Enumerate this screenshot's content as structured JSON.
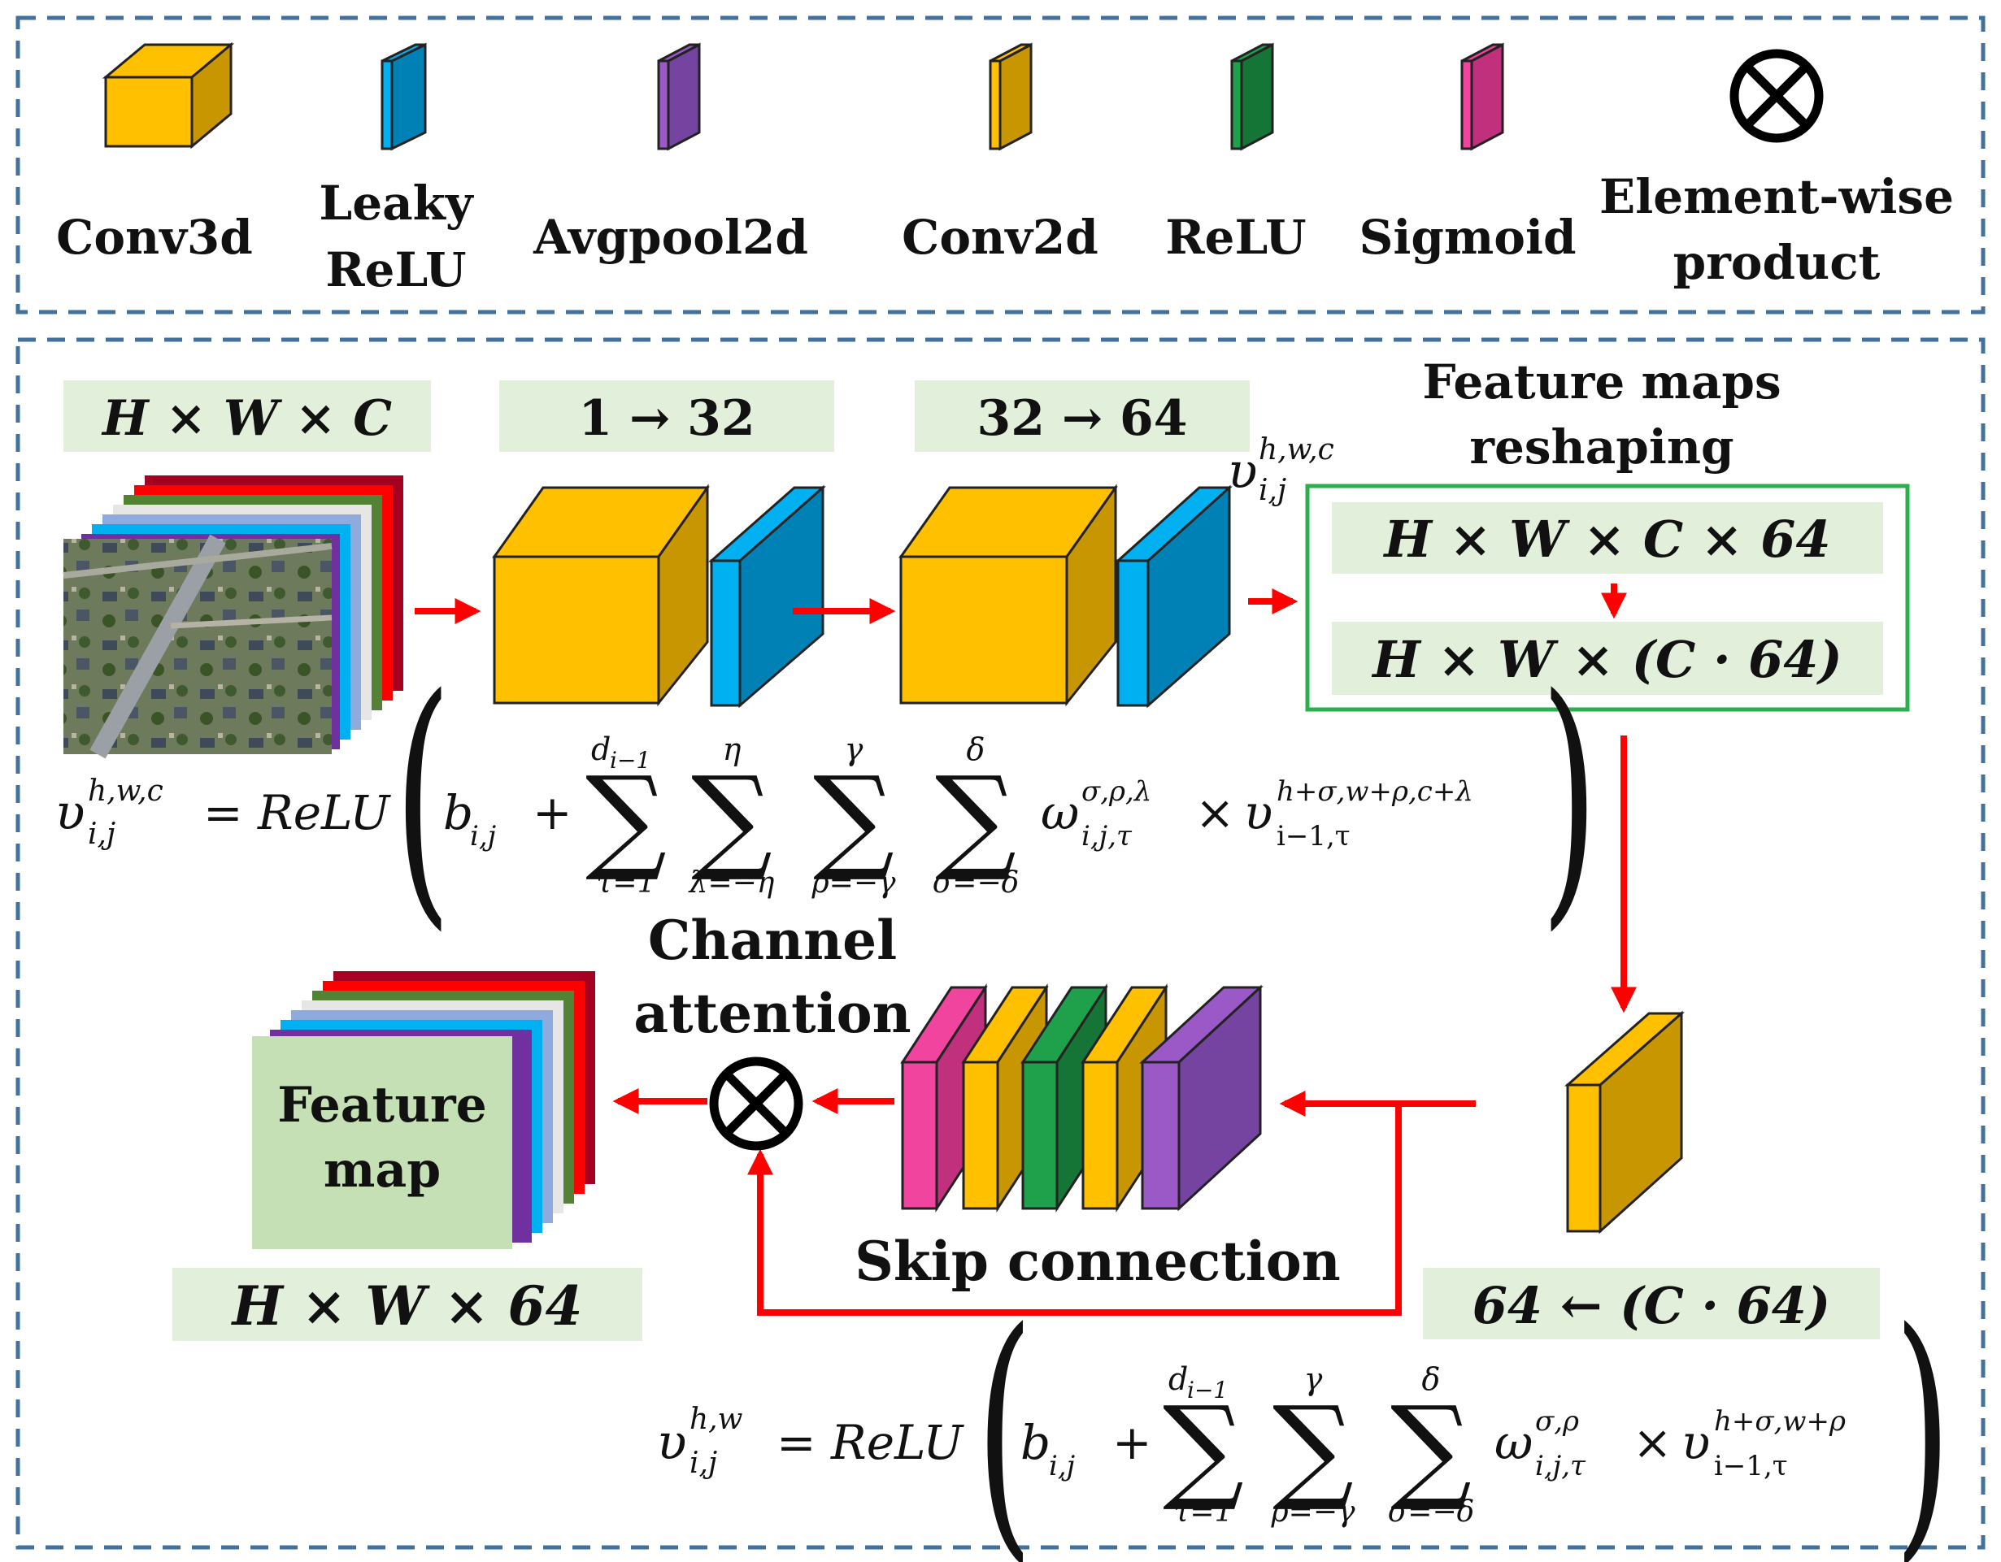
{
  "legend": {
    "items": [
      {
        "name": "conv3d",
        "lines": [
          "Conv3d"
        ],
        "color": "#FFC000"
      },
      {
        "name": "leaky-relu",
        "lines": [
          "Leaky",
          "ReLU"
        ],
        "color": "#00B0F0"
      },
      {
        "name": "avgpool2d",
        "lines": [
          "Avgpool2d"
        ],
        "color": "#9B59C8"
      },
      {
        "name": "conv2d",
        "lines": [
          "Conv2d"
        ],
        "color": "#FFC000"
      },
      {
        "name": "relu",
        "lines": [
          "ReLU"
        ],
        "color": "#1FA04A"
      },
      {
        "name": "sigmoid",
        "lines": [
          "Sigmoid"
        ],
        "color": "#F0449E"
      },
      {
        "name": "element-wise-product",
        "lines": [
          "Element-wise",
          "product"
        ],
        "symbol": "⊗"
      }
    ]
  },
  "labels": {
    "input_dims": "H × W × C",
    "stage1_channels": "1 → 32",
    "stage2_channels": "32 → 64",
    "reshape_title": [
      "Feature maps",
      "reshaping"
    ],
    "reshape_from": "H × W × C × 64",
    "reshape_to": "H × W × (C · 64)",
    "conv2d_channels": "64 ← (C · 64)",
    "channel_attention": [
      "Channel",
      "attention"
    ],
    "skip_connection": "Skip connection",
    "feature_map": [
      "Feature",
      "map"
    ],
    "output_dims": "H × W × 64",
    "activation_symbol": "υ",
    "activation_super": "h,w,c",
    "activation_sub": "i,j"
  },
  "equations": {
    "eq3d": {
      "lhs": "υ",
      "lhs_sup": "h,w,c",
      "lhs_sub": "i,j",
      "func": "= ReLU",
      "bias": "b",
      "bias_sub": "i,j",
      "plus": "+",
      "sums": [
        {
          "top": "d",
          "top_sub": "i−1",
          "bottom": "τ=1"
        },
        {
          "top": "η",
          "bottom": "λ=−η"
        },
        {
          "top": "γ",
          "bottom": "ρ=−γ"
        },
        {
          "top": "δ",
          "bottom": "σ=−δ"
        }
      ],
      "weight": "ω",
      "weight_sup": "σ,ρ,λ",
      "weight_sub": "i,j,τ",
      "times": "×",
      "input": "υ",
      "input_sup": "h+σ,w+ρ,c+λ",
      "input_sub": "i−1,τ"
    },
    "eq2d": {
      "lhs": "υ",
      "lhs_sup": "h,w",
      "lhs_sub": "i,j",
      "func": "= ReLU",
      "bias": "b",
      "bias_sub": "i,j",
      "plus": "+",
      "sums": [
        {
          "top": "d",
          "top_sub": "i−1",
          "bottom": "τ=1"
        },
        {
          "top": "γ",
          "bottom": "ρ=−γ"
        },
        {
          "top": "δ",
          "bottom": "σ=−δ"
        }
      ],
      "weight": "ω",
      "weight_sup": "σ,ρ",
      "weight_sub": "i,j,τ",
      "times": "×",
      "input": "υ",
      "input_sup": "h+σ,w+ρ",
      "input_sub": "i−1,τ"
    }
  },
  "colors": {
    "conv": "#FFC000",
    "conv_side": "#C89600",
    "leaky": "#00B0F0",
    "leaky_side": "#0081B5",
    "avgpool": "#9B59C8",
    "avgpool_side": "#7444A0",
    "relu": "#1FA04A",
    "relu_side": "#157537",
    "sigmoid": "#F0449E",
    "sigmoid_side": "#C1307D",
    "arrow": "#FF0000",
    "label_bg": "#E2EFDA",
    "reshape_border": "#2EAE4E",
    "dashed_border": "#41719C",
    "map_green": "#C5E0B4",
    "stack": [
      "#A50021",
      "#FF0000",
      "#548235",
      "#E7E6E6",
      "#8FAADC",
      "#00B0F0",
      "#7030A0"
    ]
  }
}
